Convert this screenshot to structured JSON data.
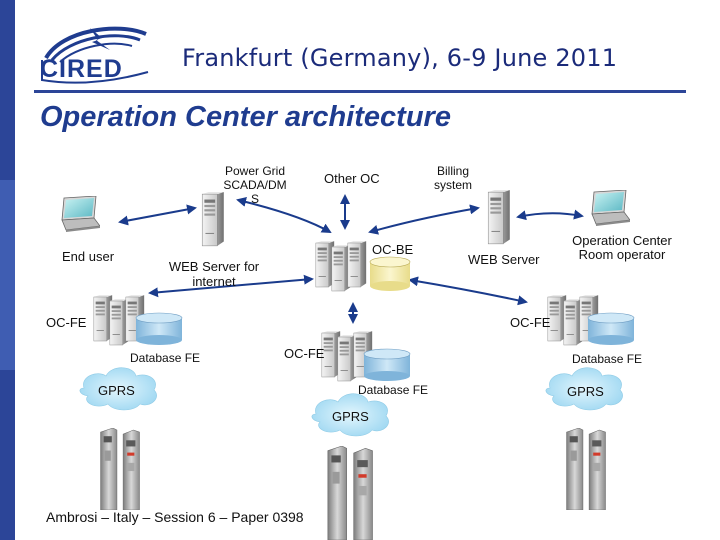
{
  "header": {
    "logo_text": "CIRED",
    "event_text": "Frankfurt (Germany), 6-9 June 2011"
  },
  "title": "Operation Center architecture",
  "footer": "Ambrosi – Italy – Session 6 – Paper 0398",
  "colors": {
    "brand_blue": "#1f3c8f",
    "sidebar_blue": "#2c4598",
    "cloud_blue": "#aee0f5",
    "arrow_blue": "#1a3b8c",
    "database_blue": "#a9d3ee"
  },
  "nodes": {
    "power_grid_l1": "Power Grid",
    "power_grid_l2": "SCADA/DM",
    "power_grid_l3": "S",
    "other_oc": "Other OC",
    "billing_l1": "Billing",
    "billing_l2": "system",
    "end_user": "End user",
    "web_server_internet_l1": "WEB Server for",
    "web_server_internet_l2": "internet",
    "oc_be": "OC-BE",
    "web_server": "WEB Server",
    "operator_l1": "Operation Center",
    "operator_l2": "Room operator",
    "oc_fe_left": "OC-FE",
    "oc_fe_right": "OC-FE",
    "oc_fe_center": "OC-FE",
    "database_fe_left": "Database FE",
    "database_fe_center": "Database FE",
    "database_fe_right": "Database FE",
    "gprs_left": "GPRS",
    "gprs_center": "GPRS",
    "gprs_right": "GPRS"
  }
}
